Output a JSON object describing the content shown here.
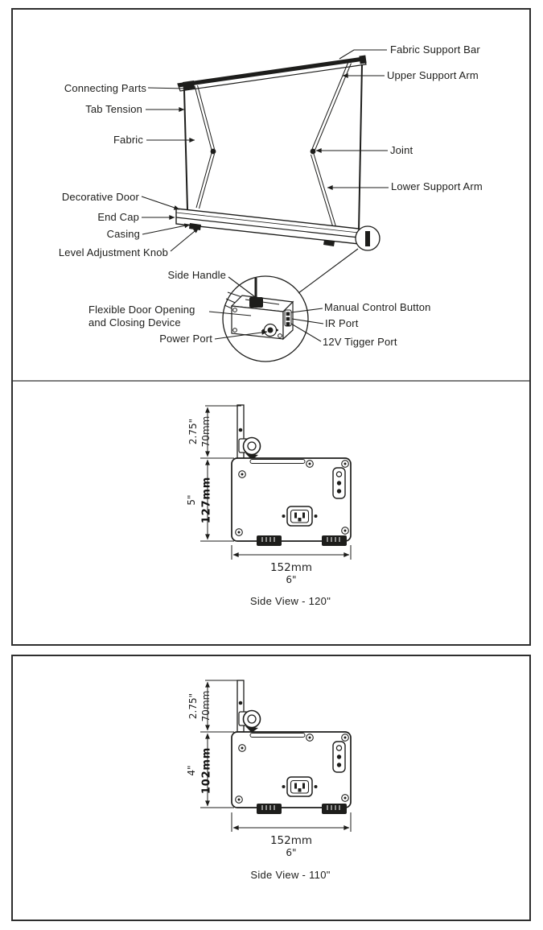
{
  "colors": {
    "ink": "#1d1d1b",
    "divider": "#7e7e7e",
    "panel_border": "#2e2e2e"
  },
  "diagram": {
    "labels": {
      "fabric_support_bar": "Fabric Support Bar",
      "upper_support_arm": "Upper Support Arm",
      "connecting_parts": "Connecting Parts",
      "tab_tension": "Tab Tension",
      "fabric": "Fabric",
      "joint": "Joint",
      "lower_support_arm": "Lower Support Arm",
      "decorative_door": "Decorative Door",
      "end_cap": "End Cap",
      "casing": "Casing",
      "level_adjustment_knob": "Level Adjustment Knob",
      "side_handle": "Side Handle",
      "flexible_door_line1": "Flexible Door Opening",
      "flexible_door_line2": "and Closing Device",
      "power_port": "Power Port",
      "manual_control_button": "Manual Control Button",
      "ir_port": "IR Port",
      "trigger_port": "12V Tigger Port"
    }
  },
  "side_view_120": {
    "top_height_in": "2.75\"",
    "top_height_mm": "70mm",
    "body_height_in": "5\"",
    "body_height_mm": "127mm",
    "width_mm": "152mm",
    "width_in": "6\"",
    "caption": "Side View - 120\""
  },
  "side_view_110": {
    "top_height_in": "2.75\"",
    "top_height_mm": "70mm",
    "body_height_in": "4\"",
    "body_height_mm": "102mm",
    "width_mm": "152mm",
    "width_in": "6\"",
    "caption": "Side View - 110\""
  }
}
